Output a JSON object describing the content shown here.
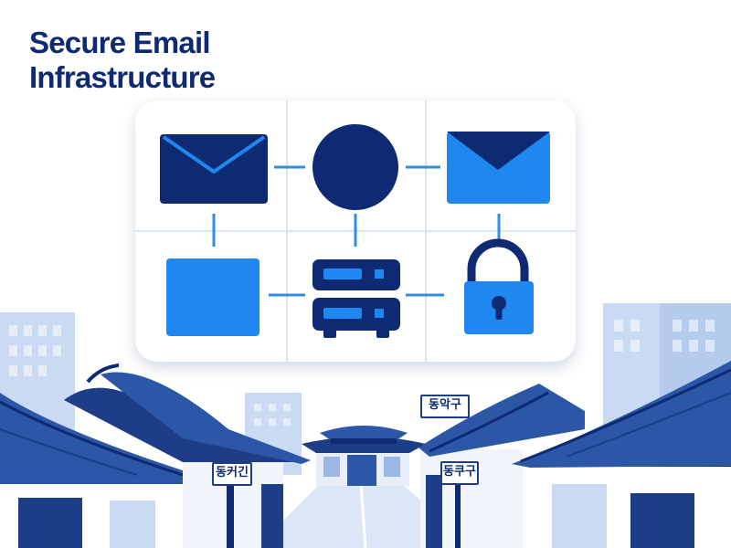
{
  "title": {
    "line1": "Secure Email",
    "line2": "Infrastructure"
  },
  "diagram": {
    "icons": [
      "envelope-icon",
      "circle-node-icon",
      "envelope-icon",
      "square-node-icon",
      "server-icon",
      "padlock-icon"
    ]
  },
  "signs": {
    "sign_a": "동악구",
    "sign_b": "동커긴",
    "sign_c": "동쿠구"
  },
  "colors": {
    "navy": "#0d2a73",
    "bright_blue": "#1e88f0",
    "connector_blue": "#2f8fe8",
    "grid_line": "#dbe5f2",
    "roof_blue": "#2c57a6",
    "building_light": "#c9daf2"
  }
}
